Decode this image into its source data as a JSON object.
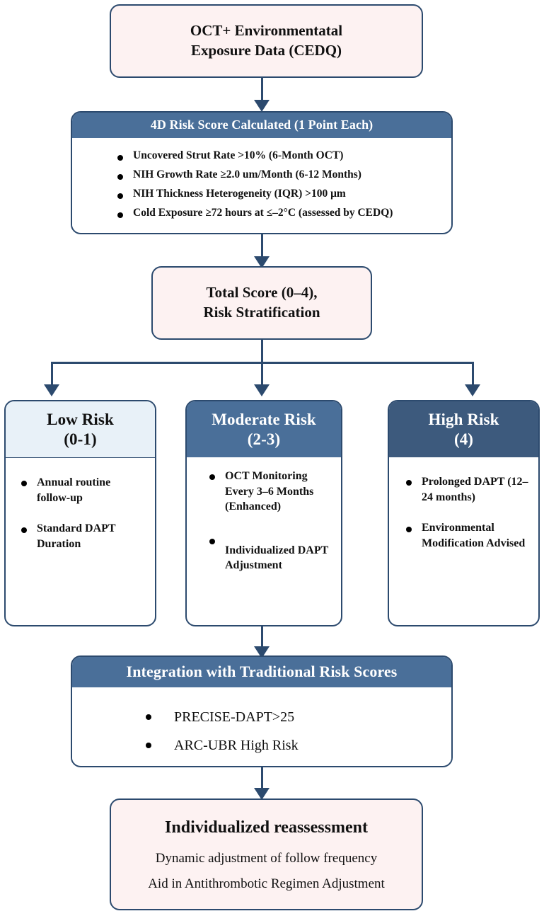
{
  "diagram": {
    "title": "4D Risk Score clinical decision flowchart",
    "colors": {
      "pink_fill": "#fdf2f2",
      "header_blue": "#4a6f99",
      "header_dark_blue": "#3d5a7d",
      "header_light_blue": "#e8f1f8",
      "border": "#2c4a6e",
      "connector": "#2c4a6e"
    }
  },
  "nodes": {
    "input": {
      "line1": "OCT+ Environmentatal",
      "line2": "Exposure Data (CEDQ)"
    },
    "risk_score": {
      "header": "4D Risk Score Calculated (1 Point Each)",
      "bullets": [
        "Uncovered Strut Rate >10% (6-Month OCT)",
        "NIH Growth Rate ≥2.0 um/Month (6-12 Months)",
        "NIH Thickness Heterogeneity (IQR) >100 μm",
        "Cold Exposure ≥72 hours at ≤–2°C (assessed by CEDQ)"
      ]
    },
    "total_score": {
      "line1": "Total Score (0–4),",
      "line2": "Risk Stratification"
    },
    "low_risk": {
      "header_line1": "Low Risk",
      "header_line2": "(0-1)",
      "bullets": [
        "Annual routine follow-up",
        "Standard DAPT Duration"
      ]
    },
    "moderate_risk": {
      "header_line1": "Moderate Risk",
      "header_line2": "(2-3)",
      "bullets": [
        "OCT Monitoring Every 3–6 Months (Enhanced)",
        "Individualized DAPT Adjustment"
      ]
    },
    "high_risk": {
      "header_line1": "High Risk",
      "header_line2": "(4)",
      "bullets": [
        "Prolonged DAPT (12–24 months)",
        "Environmental Modification Advised"
      ]
    },
    "integration": {
      "header": "Integration with Traditional Risk Scores",
      "bullets": [
        "PRECISE-DAPT>25",
        "ARC-UBR High Risk"
      ]
    },
    "reassessment": {
      "title": "Individualized reassessment",
      "line1": "Dynamic adjustment of follow frequency",
      "line2": "Aid in Antithrombotic Regimen Adjustment"
    }
  }
}
